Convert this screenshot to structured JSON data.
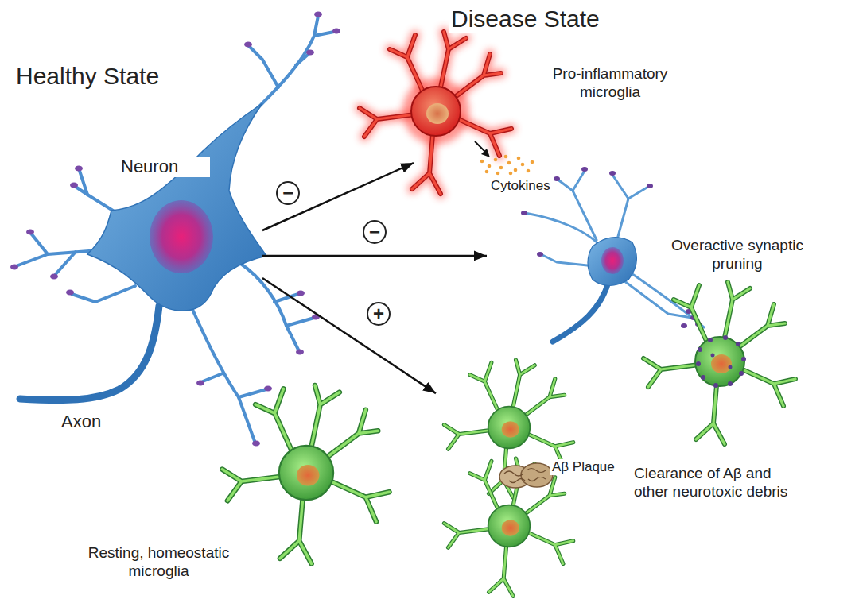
{
  "diagram": {
    "nodes": [
      {
        "text": [
          "Neuron"
        ]
      },
      {
        "text": [
          "Pro-inflammatory microglia"
        ]
      },
      {
        "text": [
          "Overactive synaptic pruning"
        ]
      },
      {
        "text": [
          "Resting, homeostatic microglia"
        ]
      },
      {
        "text": [
          "Clearance of Aβ and other neurotoxic debris"
        ]
      }
    ],
    "edges": [
      {
        "from": 0,
        "to": 1,
        "arrow": "to",
        "label": "−"
      },
      {
        "from": 0,
        "to": 2,
        "arrow": "to",
        "label": "−"
      },
      {
        "from": 0,
        "to": 4,
        "arrow": "to",
        "label": "+"
      }
    ],
    "labels": [
      "Healthy State",
      "Disease State",
      "Axon",
      "Cytokines",
      "Aβ Plaque"
    ]
  }
}
